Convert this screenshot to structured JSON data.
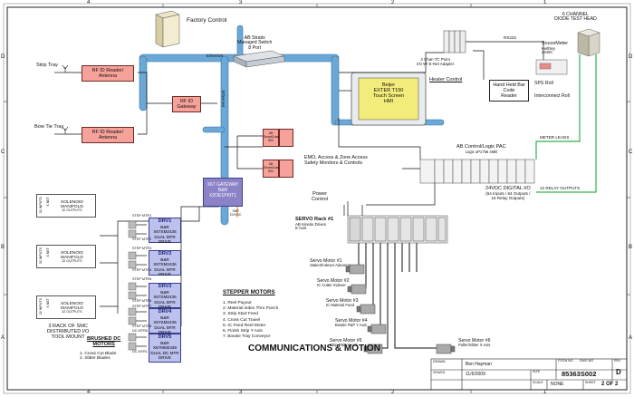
{
  "border": {
    "columns_top": [
      "4",
      "3",
      "2",
      "1"
    ],
    "columns_bottom": [
      "4",
      "3",
      "2",
      "1"
    ],
    "rows_left": [
      "D",
      "C",
      "B",
      "A"
    ],
    "rows_right": [
      "D",
      "C",
      "B",
      "A"
    ]
  },
  "nodes": {
    "factory_control": "Factory Control",
    "ethernet_h": "Ethernet",
    "ethernet_v": "Ethernet",
    "switch": [
      "AB Stratix",
      "Managed Switch",
      "8 Port"
    ],
    "strip_tray": "Strip Tray",
    "bow_tie_tray": "Bow Tie Tray",
    "rfid_reader_1": [
      "RF ID Reader/",
      "Antenna"
    ],
    "rfid_reader_2": [
      "RF ID Reader/",
      "Antenna"
    ],
    "rfid_gateway": [
      "RF ID",
      "Gateway"
    ],
    "hmi": [
      "Beijer",
      "EXTER T150",
      "Touch Screen",
      "HMI"
    ],
    "heater_control": "Heater Control",
    "tc_adapter": [
      "4 Chan TC Point",
      "I/O W/ E-Net Adapter"
    ],
    "rs232": "RS232",
    "hand_held": [
      "Hand Held Bar",
      "Code",
      "Reader"
    ],
    "diode_head": [
      "6 CHANNEL",
      "DIODE TEST HEAD"
    ],
    "sourcemeter": [
      "SouceMeter",
      "Keithley",
      "2440C"
    ],
    "sps_roll": "SPS Roll",
    "interconnect_roll": "Interconnect Roll",
    "meter_leads": "METER LEADS",
    "relay_outputs": "12 RELAY OUTPUTS",
    "safety_label": [
      "EMO, Access & Zone Access",
      "Safety Monitors & Controls"
    ],
    "guardmaster": [
      "AB",
      "SmartGuard",
      "600"
    ],
    "ab_control": [
      "AB Control/Logix PAC",
      "Logix uP1756 4MB"
    ],
    "digital_io": [
      "24VDC DIGITAL I/O",
      "(64 Inputs / 64 Outputs /",
      "16 Relay Outputs)"
    ],
    "power_control": [
      "Power",
      "Control"
    ],
    "servo_rack": [
      "SERVO Rack #1",
      "AB Kinetix Drives",
      "8 Axis"
    ],
    "x67": [
      "X67 GATEWAY",
      "B&R",
      "X2OE1PKIT1"
    ],
    "smt_label": [
      "SMT",
      "DVVDC"
    ]
  },
  "solenoids": [
    {
      "title": [
        "SOLENOID",
        "MANIFOLD"
      ],
      "sub": "32 OUTPUTS"
    },
    {
      "title": [
        "SOLENOID",
        "MANIFOLD"
      ],
      "sub": "32 OUTPUTS"
    },
    {
      "title": [
        "SOLENOID",
        "MANIFOLD"
      ],
      "sub": "32 OUTPUTS"
    }
  ],
  "solenoid_mini": [
    "32 INPUTS",
    "X NET"
  ],
  "smc_caption": [
    "3 RACK OF SMC",
    "DISTRIBUTED I/O",
    "TOOL MOUNT"
  ],
  "drives": [
    {
      "name": "DRV1",
      "lines": [
        "B&R",
        "X67SM2436",
        "DUAL MTR DRIVE"
      ],
      "m1": "STEP MTR1",
      "m2": "STEP MTR2"
    },
    {
      "name": "DRV2",
      "lines": [
        "B&R",
        "X67SM2436",
        "DUAL MTR DRIVE"
      ],
      "m1": "STEP MTR3",
      "m2": "STEP MTR4"
    },
    {
      "name": "DRV3",
      "lines": [
        "B&R",
        "X67SM2436",
        "DUAL MTR DRIVE"
      ],
      "m1": "STEP MTR5",
      "m2": "STEP MTR6"
    },
    {
      "name": "DRV4",
      "lines": [
        "B&R",
        "X67SM2436",
        "DUAL MTR DRIVE"
      ],
      "m1": "STEP MTR7",
      "m2": "STEP MTR8"
    },
    {
      "name": "DRV5",
      "lines": [
        "B&R",
        "X67MM2436",
        "DUAL DC MTR",
        "DRIVE"
      ],
      "m1": "DC MTR8",
      "m2": "DC MTR1"
    }
  ],
  "brushed_dc": {
    "title": [
      "BRUSHED DC",
      "MOTORS"
    ],
    "items": [
      "1.  Cross Cut Blade",
      "2.  Slitter Blades"
    ]
  },
  "stepper_motors": {
    "title": "STEPPER MOTORS",
    "items": [
      "1.  Reel Payout",
      "2.  Material index Thru Punch",
      "3.  Strip Start Feed",
      "4.  Cross Cut Travel",
      "5.  IC Feed Reel Motor",
      "6.  Finish Strip Y Axis",
      "7.  Bowtie Tray Conveyor"
    ]
  },
  "servo_motors": [
    {
      "label": "Servo Motor #1",
      "desc": "Staker/Indexer Advance"
    },
    {
      "label": "Servo Motor #2",
      "desc": "IC Cutter Indexer"
    },
    {
      "label": "Servo Motor #3",
      "desc": "IC Material Feed"
    },
    {
      "label": "Servo Motor #4",
      "desc": "Bowtie P&P Y Axis"
    },
    {
      "label": "Servo Motor #5",
      "desc": "Strip P&P Y Axis"
    },
    {
      "label": "Servo Motor #6",
      "desc": "Puller/Slitter X Axis"
    }
  ],
  "title_block": {
    "title": "COMMUNICATIONS & MOTION",
    "drawn_label": "DRAWN",
    "drawn_by": "Ben Hayman",
    "issued_label": "ISSUED",
    "date": "11/5/2009",
    "size_label": "SIZE",
    "fscm_label": "FSCM NO",
    "dwg_label": "DWG NO",
    "dwg_no": "85363S002",
    "rev_label": "REV",
    "rev": "D",
    "scale_label": "SCALE",
    "scale": "NONE",
    "sheet_label": "SHEET",
    "sheet": "2 OF 2"
  },
  "colors": {
    "ethernet": "#6aa8d8",
    "red_block": "#f6a29a",
    "drive_block": "#bcc1ee",
    "x67_block": "#8b82c8",
    "green_wire": "#2fb24a",
    "hmi_screen": "#f4ec7a",
    "wire_orange": "#e08a1e"
  }
}
